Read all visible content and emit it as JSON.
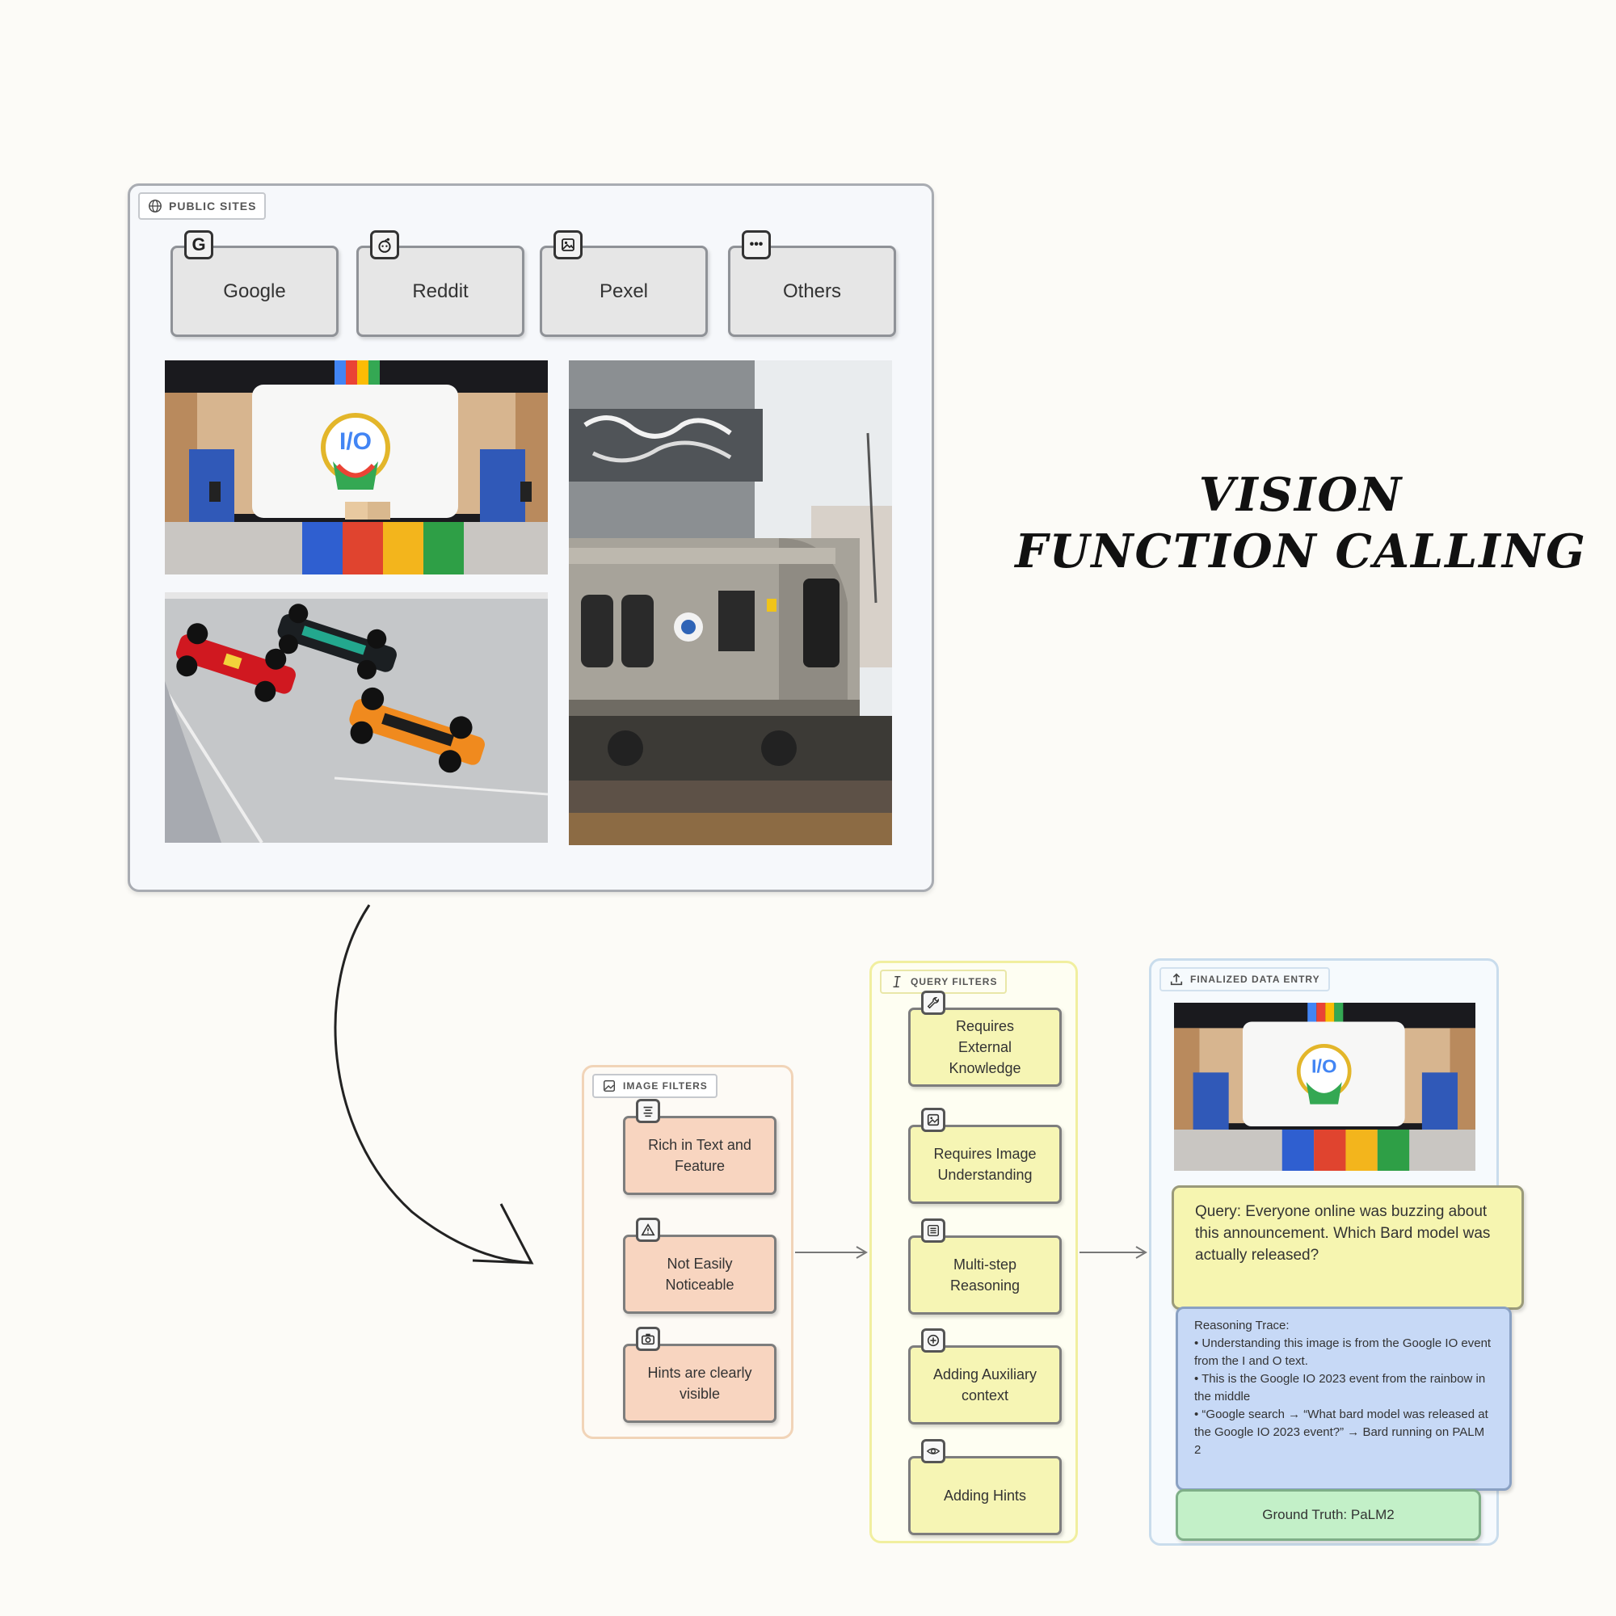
{
  "title": {
    "line1": "VISION",
    "line2": "FUNCTION CALLING"
  },
  "public_sites": {
    "tag": "PUBLIC SITES",
    "sites": [
      {
        "label": "Google",
        "icon": "google-icon"
      },
      {
        "label": "Reddit",
        "icon": "reddit-icon"
      },
      {
        "label": "Pexel",
        "icon": "image-icon"
      },
      {
        "label": "Others",
        "icon": "more-icon"
      }
    ],
    "photos": [
      "google-io-stage-photo",
      "formula1-race-photo",
      "subway-train-photo"
    ]
  },
  "image_filters": {
    "tag": "IMAGE FILTERS",
    "items": [
      {
        "label": "Rich in Text and\nFeature",
        "icon": "text-lines-icon"
      },
      {
        "label": "Not Easily\nNoticeable",
        "icon": "warning-icon"
      },
      {
        "label": "Hints are clearly\nvisible",
        "icon": "camera-icon"
      }
    ]
  },
  "query_filters": {
    "tag": "QUERY FILTERS",
    "items": [
      {
        "label": "Requires\nExternal\nKnowledge",
        "icon": "wrench-icon"
      },
      {
        "label": "Requires Image\nUnderstanding",
        "icon": "image-icon"
      },
      {
        "label": "Multi-step\nReasoning",
        "icon": "list-icon"
      },
      {
        "label": "Adding Auxiliary\ncontext",
        "icon": "plus-circle-icon"
      },
      {
        "label": "Adding Hints",
        "icon": "eye-icon"
      }
    ]
  },
  "final_entry": {
    "tag": "FINALIZED DATA ENTRY",
    "query": "Query: Everyone online was buzzing about this announcement. Which Bard model was actually released?",
    "trace": {
      "heading": "Reasoning Trace:",
      "lines": [
        "• Understanding this image is from the Google IO event from the I and O text.",
        "• This is the Google IO 2023 event from the rainbow in the middle",
        "• “Google search → “What bard model was released at the Google IO 2023 event?” → Bard running on PALM 2"
      ]
    },
    "ground_truth": "Ground Truth: PaLM2"
  },
  "colors": {
    "image_filter_fill": "#f8d5c0",
    "query_filter_fill": "#f6f5b4",
    "query_box_fill": "#f6f5b0",
    "trace_box_fill": "#c7d9f6",
    "truth_box_fill": "#c3f0c8"
  }
}
